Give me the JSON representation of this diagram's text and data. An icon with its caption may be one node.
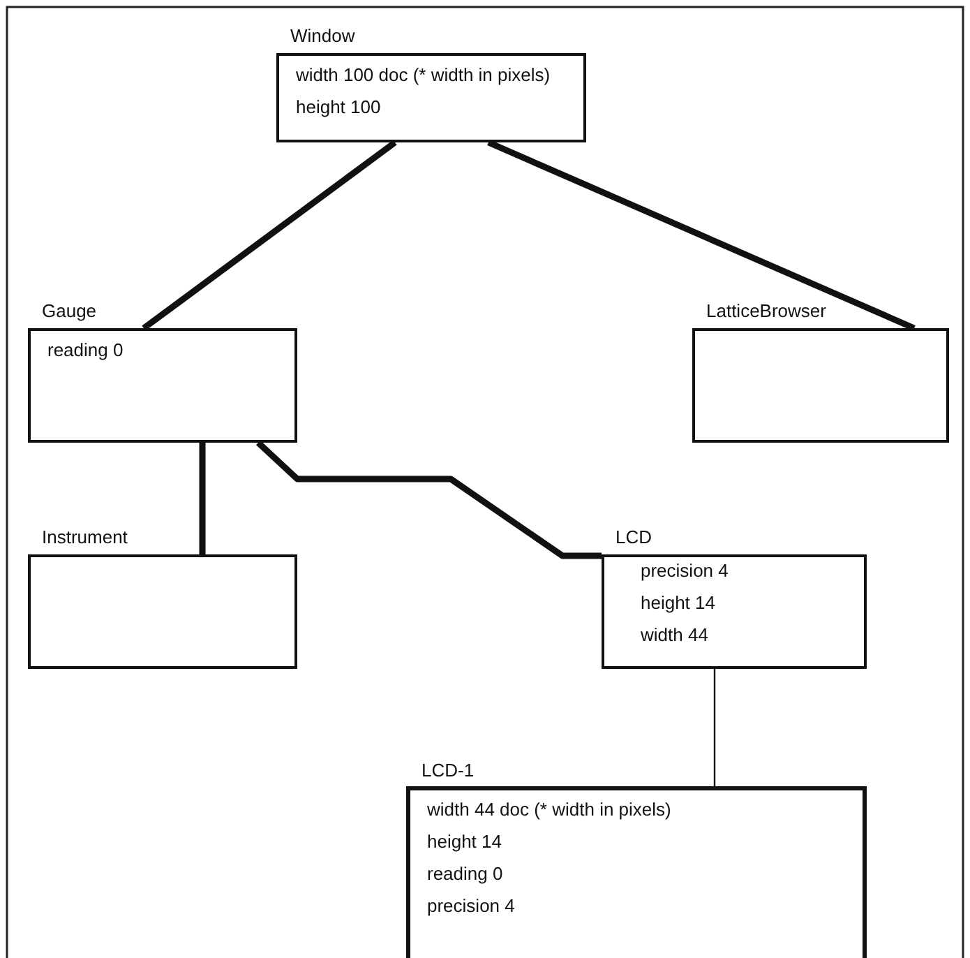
{
  "diagram": {
    "nodes": [
      {
        "text": [
          "Window",
          "width 100 doc (* width in pixels)",
          "height 100"
        ]
      },
      {
        "text": [
          "Gauge",
          "reading 0"
        ]
      },
      {
        "text": [
          "LatticeBrowser"
        ]
      },
      {
        "text": [
          "Instrument"
        ]
      },
      {
        "text": [
          "LCD",
          "precision 4",
          "height 14",
          "width 44"
        ]
      },
      {
        "text": [
          "LCD-1",
          "width 44 doc (* width in pixels)",
          "height 14",
          "reading 0",
          "precision 4"
        ]
      }
    ],
    "edges": [
      {
        "from": 0,
        "to": 1,
        "arrow": "none"
      },
      {
        "from": 0,
        "to": 2,
        "arrow": "none"
      },
      {
        "from": 1,
        "to": 3,
        "arrow": "none"
      },
      {
        "from": 1,
        "to": 4,
        "arrow": "none"
      },
      {
        "from": 4,
        "to": 5,
        "arrow": "none"
      }
    ]
  }
}
